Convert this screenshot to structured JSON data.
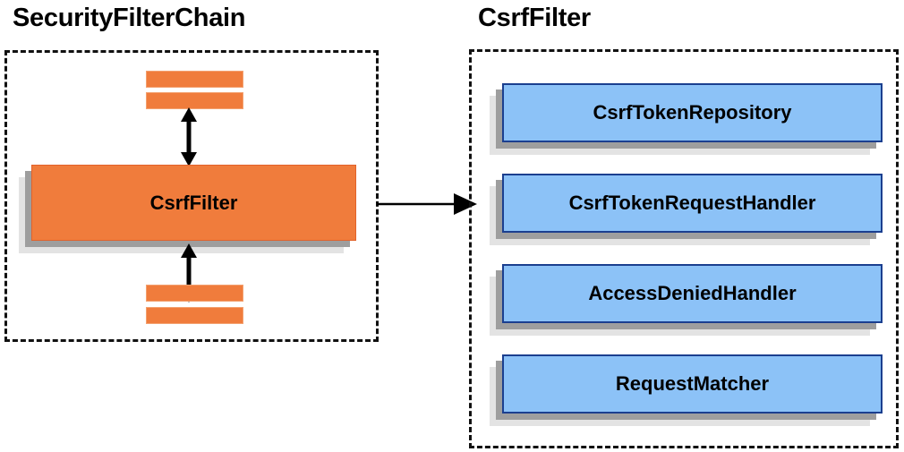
{
  "diagram": {
    "type": "component-relationship-diagram",
    "background": "#ffffff",
    "colors": {
      "orange_fill": "#f07c3c",
      "orange_border": "#e2622a",
      "blue_fill": "#8cc2f7",
      "blue_border": "#1b3f8f",
      "shadow_mid": "#9e9e9e",
      "shadow_back": "#e3e3e3",
      "stroke": "#111111",
      "text": "#000000"
    }
  },
  "panels": {
    "left": {
      "title": "SecurityFilterChain",
      "border_style": "dashed",
      "main_node": {
        "label": "CsrfFilter",
        "shape": "stacked-box",
        "color": "orange"
      },
      "filter_bars": [
        {
          "name": "filter-bar-top-1"
        },
        {
          "name": "filter-bar-top-2"
        },
        {
          "name": "filter-bar-bottom-1"
        },
        {
          "name": "filter-bar-bottom-2"
        }
      ],
      "connectors": [
        {
          "name": "arrow-above-csrffilter",
          "kind": "double-headed-vertical"
        },
        {
          "name": "arrow-below-csrffilter",
          "kind": "double-headed-vertical"
        }
      ]
    },
    "right": {
      "title": "CsrfFilter",
      "border_style": "dashed",
      "collaborators": [
        {
          "label": "CsrfTokenRepository",
          "shape": "stacked-box",
          "color": "blue"
        },
        {
          "label": "CsrfTokenRequestHandler",
          "shape": "stacked-box",
          "color": "blue"
        },
        {
          "label": "AccessDeniedHandler",
          "shape": "stacked-box",
          "color": "blue"
        },
        {
          "label": "RequestMatcher",
          "shape": "stacked-box",
          "color": "blue"
        }
      ]
    }
  },
  "connector_between_panels": {
    "name": "arrow-left-panel-to-right-panel",
    "kind": "single-headed-horizontal",
    "direction": "left-to-right"
  }
}
